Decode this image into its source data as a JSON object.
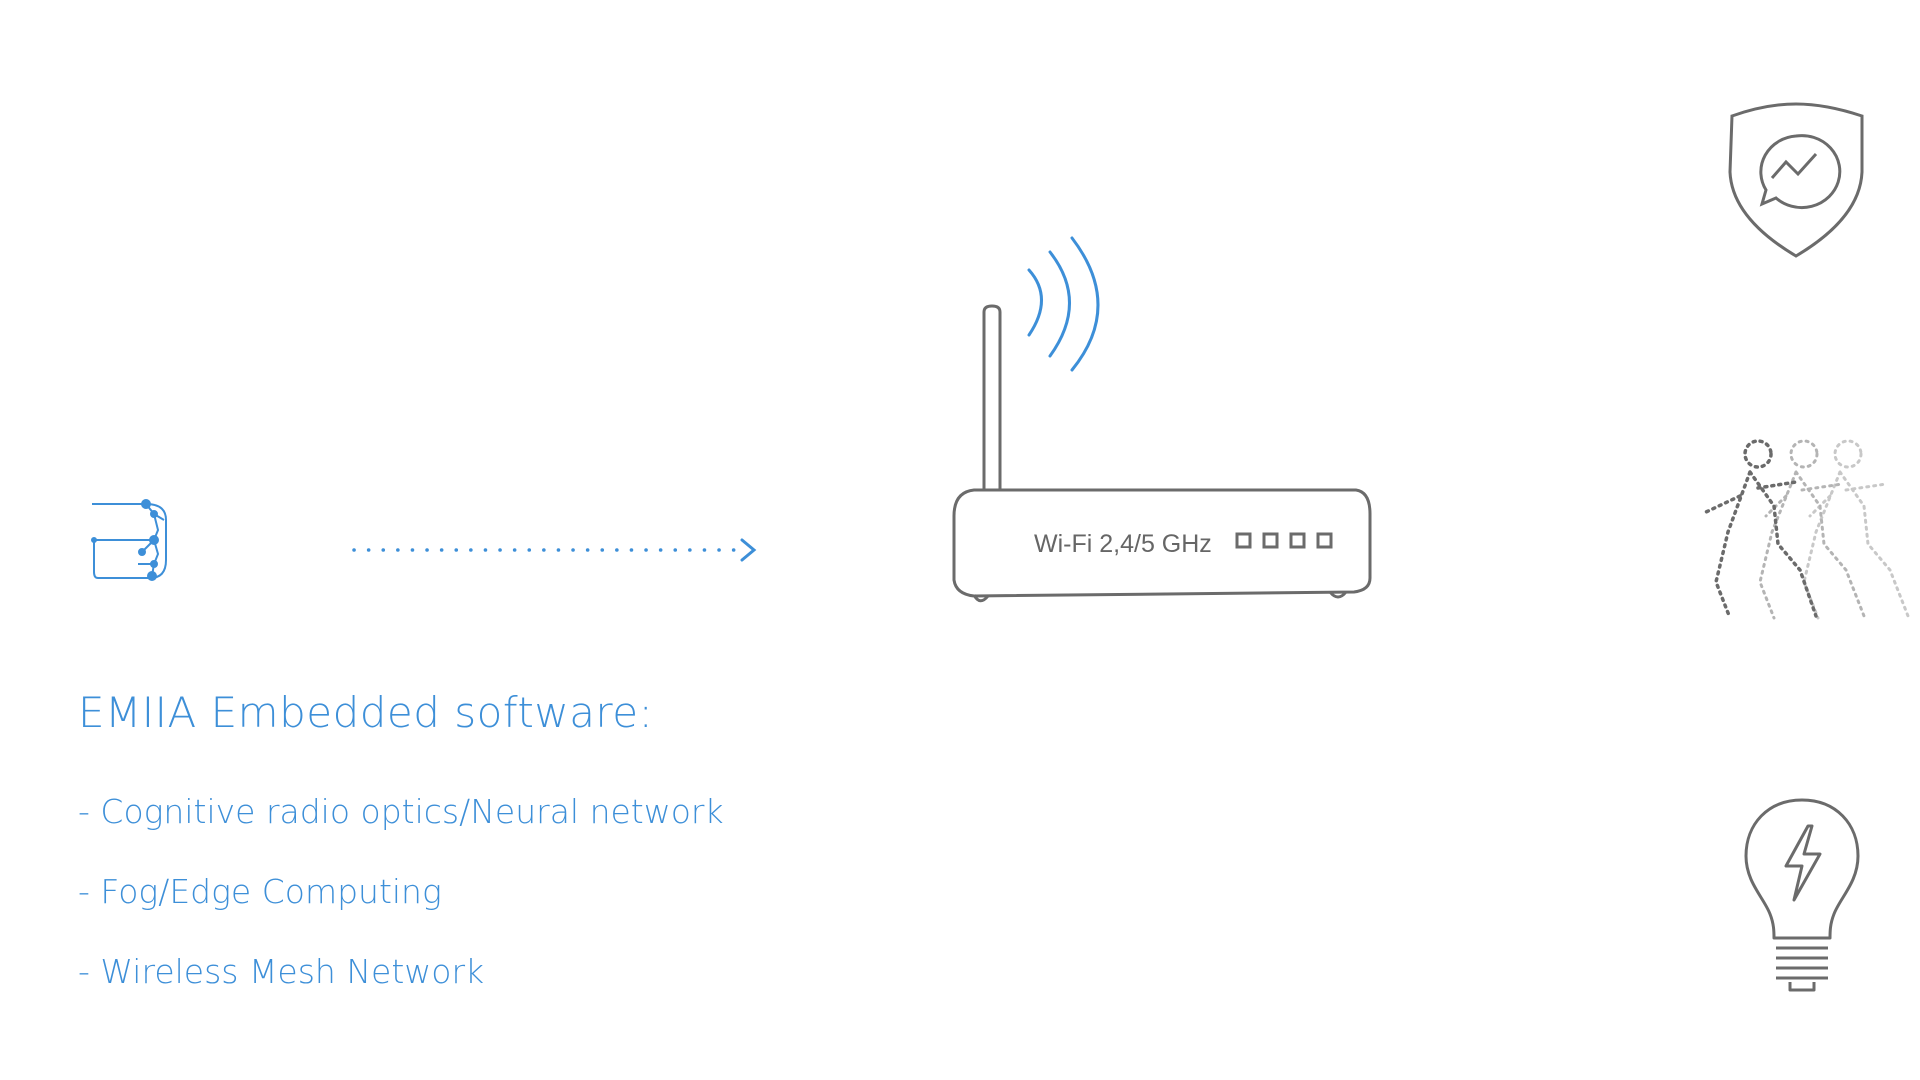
{
  "router": {
    "label": "Wi-Fi 2,4/5 GHz"
  },
  "software": {
    "heading": "EMIIA Embedded software:",
    "features": [
      "- Cognitive radio optics/Neural network",
      "- Fog/Edge Computing",
      "- Wireless Mesh Network"
    ]
  },
  "icons": {
    "chip": "circuit-chip-icon",
    "arrow": "dotted-arrow-icon",
    "router": "wifi-router-icon",
    "shield": "shield-messenger-icon",
    "motion": "walking-person-motion-icon",
    "bulb": "lightbulb-icon"
  },
  "colors": {
    "accent": "#3d8fd8",
    "line": "#6b6b6b"
  }
}
